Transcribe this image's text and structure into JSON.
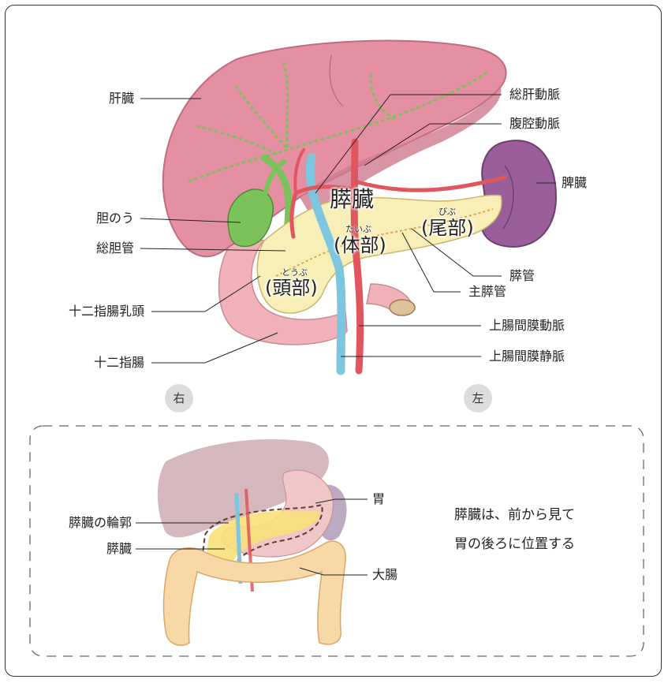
{
  "main": {
    "labels": {
      "liver": "肝臓",
      "gallbladder": "胆のう",
      "common_bile_duct": "総胆管",
      "duodenal_papilla": "十二指腸乳頭",
      "duodenum": "十二指腸",
      "common_hepatic_artery": "総肝動脈",
      "celiac_artery": "腹腔動脈",
      "spleen": "脾臓",
      "pancreatic_duct": "膵管",
      "main_pancreatic_duct": "主膵管",
      "sma": "上腸間膜動脈",
      "smv": "上腸間膜静脈"
    },
    "pancreas_title": "膵臓",
    "parts": {
      "head": "(頭部)",
      "head_ruby": "とうぶ",
      "body": "(体部)",
      "body_ruby": "たいぶ",
      "tail": "(尾部)",
      "tail_ruby": "びぶ"
    },
    "sides": {
      "right": "右",
      "left": "左"
    }
  },
  "inset": {
    "labels": {
      "outline": "膵臓の輪郭",
      "pancreas": "膵臓",
      "stomach": "胃",
      "colon": "大腸"
    },
    "note_line1": "膵臓は、前から見て",
    "note_line2": "胃の後ろに位置する"
  },
  "colors": {
    "liver": "#e58fa3",
    "gallbladder": "#7cc25a",
    "pancreas": "#f8efb8",
    "spleen": "#9a5f9a",
    "artery": "#e0555e",
    "vein": "#7cc6e0",
    "duodenum": "#f0b2b8",
    "colon": "#f7d8a6"
  }
}
